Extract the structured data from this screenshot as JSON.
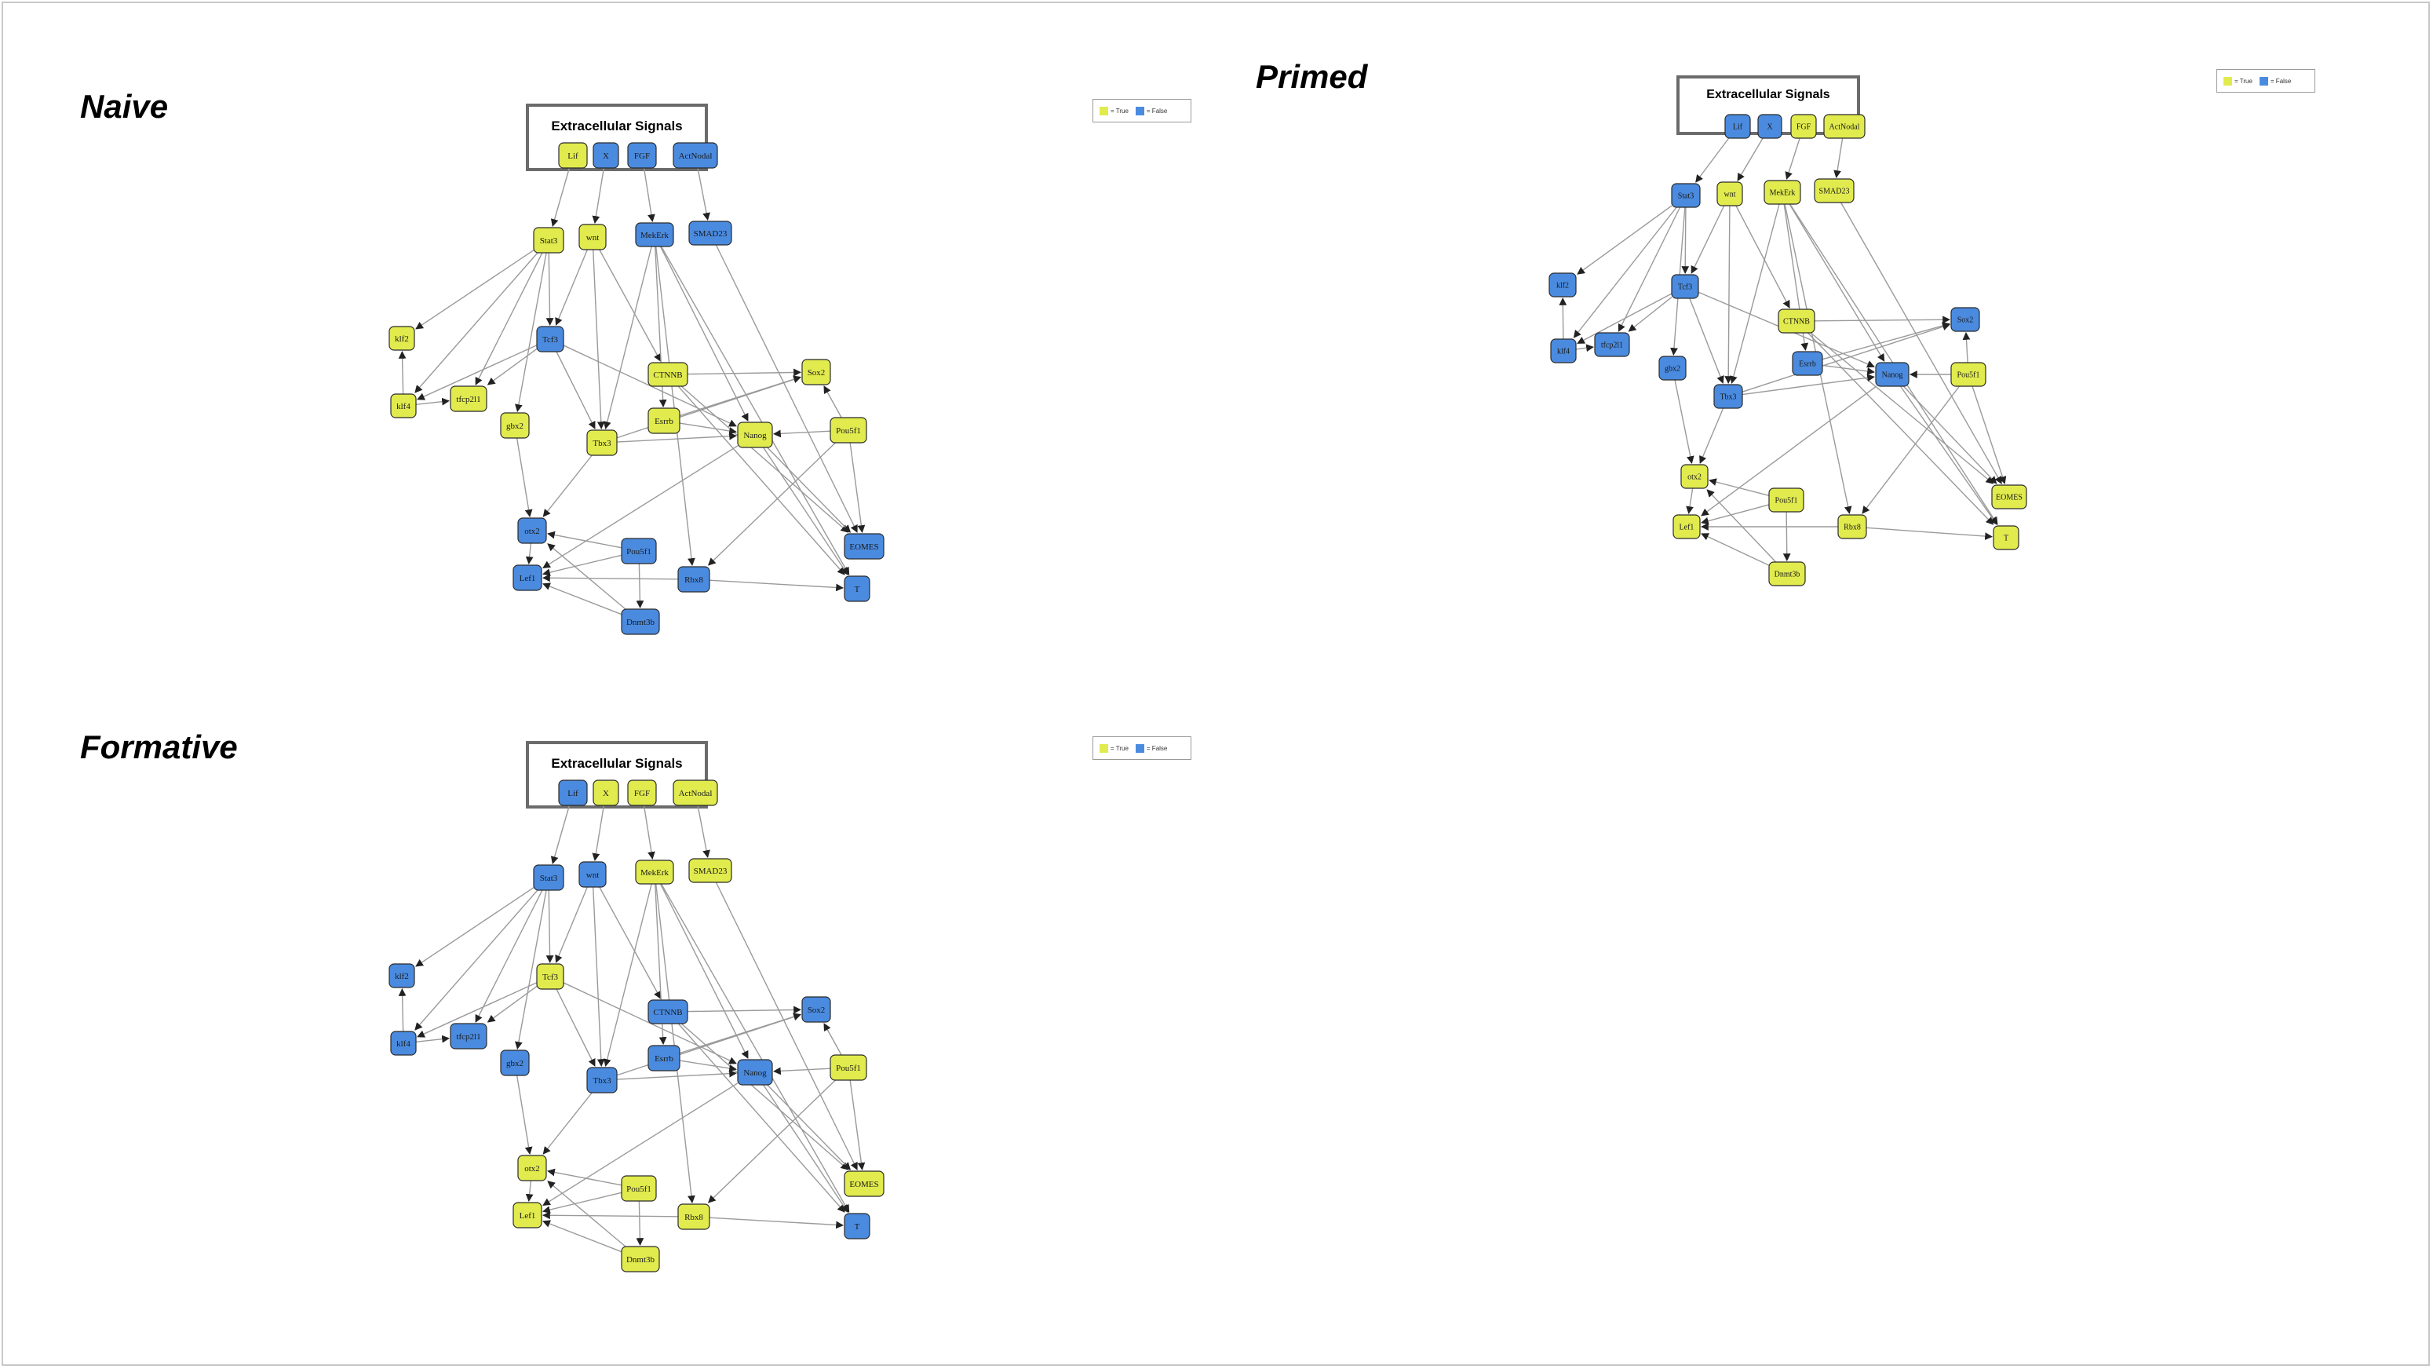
{
  "panels": [
    {
      "id": "naive",
      "title": "Naive",
      "signals_label": "Extracellular Signals",
      "legend": {
        "true_label": "= True",
        "false_label": "= False"
      },
      "states": {
        "Lif": true,
        "X": false,
        "FGF": false,
        "ActNodal": false,
        "Stat3": true,
        "wnt": true,
        "MekErk": false,
        "SMAD23": false,
        "Klf2": true,
        "Tcf3": false,
        "CTNNB": true,
        "Sox2": true,
        "Klf4": true,
        "Tfcp2l1": true,
        "Gbx2": true,
        "Esrrb": true,
        "Nanog": true,
        "Pou5f1a": true,
        "Tbx3": true,
        "Otx2": false,
        "Pou5f1b": false,
        "EOMES": false,
        "Lef1": false,
        "Rbx8": false,
        "T": false,
        "Dnmt3b": false
      }
    },
    {
      "id": "primed",
      "title": "Primed",
      "signals_label": "Extracellular Signals",
      "legend": {
        "true_label": "= True",
        "false_label": "= False"
      },
      "states": {
        "Lif": false,
        "X": false,
        "FGF": true,
        "ActNodal": true,
        "Stat3": false,
        "wnt": true,
        "MekErk": true,
        "SMAD23": true,
        "Klf2": false,
        "Tcf3": false,
        "CTNNB": true,
        "Sox2": false,
        "Klf4": false,
        "Tfcp2l1": false,
        "Gbx2": false,
        "Esrrb": false,
        "Nanog": false,
        "Pou5f1a": true,
        "Tbx3": false,
        "Otx2": true,
        "Pou5f1b": true,
        "EOMES": true,
        "Lef1": true,
        "Rbx8": true,
        "T": true,
        "Dnmt3b": true
      }
    },
    {
      "id": "formative",
      "title": "Formative",
      "signals_label": "Extracellular Signals",
      "legend": {
        "true_label": "= True",
        "false_label": "= False"
      },
      "states": {
        "Lif": false,
        "X": true,
        "FGF": true,
        "ActNodal": true,
        "Stat3": false,
        "wnt": false,
        "MekErk": true,
        "SMAD23": true,
        "Klf2": false,
        "Tcf3": true,
        "CTNNB": false,
        "Sox2": false,
        "Klf4": false,
        "Tfcp2l1": false,
        "Gbx2": false,
        "Esrrb": false,
        "Nanog": false,
        "Pou5f1a": true,
        "Tbx3": false,
        "Otx2": true,
        "Pou5f1b": true,
        "EOMES": true,
        "Lef1": true,
        "Rbx8": true,
        "T": false,
        "Dnmt3b": true
      }
    }
  ],
  "node_labels": {
    "Lif": "Lif",
    "X": "X",
    "FGF": "FGF",
    "ActNodal": "ActNodal",
    "Stat3": "Stat3",
    "wnt": "wnt",
    "MekErk": "MekErk",
    "SMAD23": "SMAD23",
    "Klf2": "klf2",
    "Tcf3": "Tcf3",
    "CTNNB": "CTNNB",
    "Sox2": "Sox2",
    "Klf4": "klf4",
    "Tfcp2l1": "tfcp2l1",
    "Gbx2": "gbx2",
    "Esrrb": "Esrrb",
    "Nanog": "Nanog",
    "Pou5f1a": "Pou5f1",
    "Tbx3": "Tbx3",
    "Otx2": "otx2",
    "Pou5f1b": "Pou5f1",
    "EOMES": "EOMES",
    "Lef1": "Lef1",
    "Rbx8": "Rbx8",
    "T": "T",
    "Dnmt3b": "Dnmt3b"
  },
  "edges": [
    [
      "Lif",
      "Stat3"
    ],
    [
      "X",
      "wnt"
    ],
    [
      "FGF",
      "MekErk"
    ],
    [
      "ActNodal",
      "SMAD23"
    ],
    [
      "Stat3",
      "Klf2"
    ],
    [
      "Stat3",
      "Klf4"
    ],
    [
      "Stat3",
      "Tfcp2l1"
    ],
    [
      "Stat3",
      "Gbx2"
    ],
    [
      "Stat3",
      "Tcf3"
    ],
    [
      "wnt",
      "Tcf3"
    ],
    [
      "wnt",
      "CTNNB"
    ],
    [
      "wnt",
      "Tbx3"
    ],
    [
      "MekErk",
      "Tbx3"
    ],
    [
      "MekErk",
      "Esrrb"
    ],
    [
      "MekErk",
      "Nanog"
    ],
    [
      "MekErk",
      "T"
    ],
    [
      "MekErk",
      "Rbx8"
    ],
    [
      "SMAD23",
      "EOMES"
    ],
    [
      "Tcf3",
      "Klf4"
    ],
    [
      "Tcf3",
      "Tfcp2l1"
    ],
    [
      "Tcf3",
      "Nanog"
    ],
    [
      "Tcf3",
      "Tbx3"
    ],
    [
      "Klf4",
      "Klf2"
    ],
    [
      "Klf4",
      "Tfcp2l1"
    ],
    [
      "CTNNB",
      "Sox2"
    ],
    [
      "CTNNB",
      "T"
    ],
    [
      "CTNNB",
      "EOMES"
    ],
    [
      "Esrrb",
      "Sox2"
    ],
    [
      "Esrrb",
      "Nanog"
    ],
    [
      "Tbx3",
      "Nanog"
    ],
    [
      "Tbx3",
      "Otx2"
    ],
    [
      "Tbx3",
      "Sox2"
    ],
    [
      "Pou5f1a",
      "Nanog"
    ],
    [
      "Pou5f1a",
      "Sox2"
    ],
    [
      "Pou5f1a",
      "EOMES"
    ],
    [
      "Pou5f1a",
      "Rbx8"
    ],
    [
      "Nanog",
      "T"
    ],
    [
      "Nanog",
      "EOMES"
    ],
    [
      "Nanog",
      "Lef1"
    ],
    [
      "Gbx2",
      "Otx2"
    ],
    [
      "Pou5f1b",
      "Otx2"
    ],
    [
      "Pou5f1b",
      "Lef1"
    ],
    [
      "Pou5f1b",
      "Dnmt3b"
    ],
    [
      "Rbx8",
      "Lef1"
    ],
    [
      "Rbx8",
      "T"
    ],
    [
      "Dnmt3b",
      "Lef1"
    ],
    [
      "Dnmt3b",
      "Otx2"
    ],
    [
      "Otx2",
      "Lef1"
    ]
  ],
  "colors": {
    "true_fill": "#e1eb4d",
    "false_fill": "#4a8be0",
    "node_stroke": "#2b2b2b",
    "edge": "#9a9a9a",
    "box_stroke": "#6b6b6b"
  }
}
